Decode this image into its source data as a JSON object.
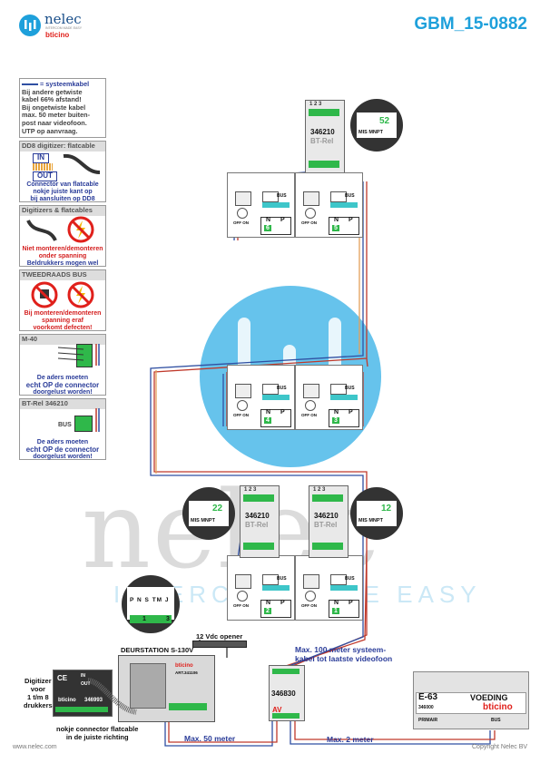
{
  "header": {
    "logo_name": "nelec",
    "logo_tagline": "INTERCOM MADE EASY",
    "logo_brand": "bticino",
    "doc_code": "GBM_15-0882"
  },
  "watermark": {
    "word": "nelec",
    "tagline": "INTERCOM MADE EASY"
  },
  "legend": {
    "cable": {
      "title": "= systeemkabel",
      "lines": [
        "Bij andere getwiste",
        "kabel 66% afstand!",
        "Bij ongetwiste kabel",
        "max. 50 meter buiten-",
        "post naar videofoon.",
        "UTP op aanvraag."
      ]
    },
    "dd8": {
      "title": "DD8 digitizer: flatcable",
      "in": "IN",
      "out": "OUT",
      "note": [
        "Connector van flatcable",
        "nokje juiste kant op",
        "bij aansluiten op DD8"
      ]
    },
    "digitizers": {
      "title": "Digitizers & flatcables",
      "note_red": [
        "Niet monteren/demonteren",
        "onder spanning"
      ],
      "note_blue": "Beldrukkers mogen wel"
    },
    "bus": {
      "title": "TWEEDRAADS BUS",
      "note": [
        "Bij monteren/demonteren",
        "spanning eraf",
        "voorkomt defecten!"
      ]
    },
    "m40": {
      "title": "M-40",
      "note": [
        "De aders moeten",
        "echt OP de connector",
        "doorgelust worden!"
      ]
    },
    "btrel": {
      "title": "BT-Rel 346210",
      "bus": "BUS",
      "note": [
        "De aders moeten",
        "echt OP de connector",
        "doorgelust worden!"
      ]
    }
  },
  "devices": {
    "relay_top": {
      "model": "346210",
      "name": "BT-Rel",
      "terminals": "1 2 3",
      "zoom_value": "52",
      "zoom_labels": [
        "MIS",
        "M",
        "N",
        "P",
        "T"
      ]
    },
    "relay_left": {
      "model": "346210",
      "name": "BT-Rel",
      "terminals": "1 2 3",
      "zoom_value": "22",
      "zoom_labels": [
        "MIS",
        "M",
        "N",
        "P",
        "T"
      ]
    },
    "relay_right": {
      "model": "346210",
      "name": "BT-Rel",
      "terminals": "1 2 3",
      "zoom_value": "12",
      "zoom_labels": [
        "MIS",
        "M",
        "N",
        "P",
        "T"
      ]
    },
    "phones": [
      {
        "num": "6",
        "n": "N",
        "p": "P",
        "bus": "BUS",
        "offon": "OFF ON"
      },
      {
        "num": "5",
        "n": "N",
        "p": "P",
        "bus": "BUS",
        "offon": "OFF ON"
      },
      {
        "num": "4",
        "n": "N",
        "p": "P",
        "bus": "BUS",
        "offon": "OFF ON"
      },
      {
        "num": "3",
        "n": "N",
        "p": "P",
        "bus": "BUS",
        "offon": "OFF ON"
      },
      {
        "num": "2",
        "n": "N",
        "p": "P",
        "bus": "BUS",
        "offon": "OFF ON"
      },
      {
        "num": "1",
        "n": "N",
        "p": "P",
        "bus": "BUS",
        "offon": "OFF ON"
      }
    ],
    "door_zoom": {
      "labels": [
        "P",
        "N",
        "S",
        "TM",
        "J"
      ],
      "value_left": "1",
      "value_right": "3"
    },
    "door_station": {
      "title": "DEURSTATION S-130V",
      "brand": "bticino",
      "article": "ART.341106"
    },
    "opener": {
      "label": "12 Vdc opener"
    },
    "digitizer": {
      "label": [
        "Digitizer",
        "voor",
        "1 t/m 8",
        "drukkers"
      ],
      "brand": "bticino",
      "model": "346993",
      "in": "IN",
      "out": "OUT",
      "ce": "CE"
    },
    "av": {
      "model": "346830",
      "name": "AV"
    },
    "power": {
      "code": "E-63",
      "label": "VOEDING",
      "brand": "bticino",
      "model": "346000",
      "primary": "PRIMAIR",
      "bus": "BUS"
    }
  },
  "annotations": {
    "max100": [
      "Max. 100 meter systeem-",
      "kabel tot laatste videofoon"
    ],
    "max50": "Max. 50 meter",
    "max2": "Max. 2 meter",
    "connector_note": [
      "nokje connector flatcable",
      "in de juiste richting"
    ]
  },
  "footer": {
    "left": "www.nelec.com",
    "right": "Copyright Nelec BV"
  },
  "colors": {
    "brand_blue": "#1ea0db",
    "bticino_red": "#e0201b",
    "green_terminal": "#2fb84a",
    "cyan_terminal": "#3ec6c9",
    "text_blue": "#2a3c99",
    "wire_red": "#c0392b",
    "wire_blue": "#2f4fa2"
  }
}
